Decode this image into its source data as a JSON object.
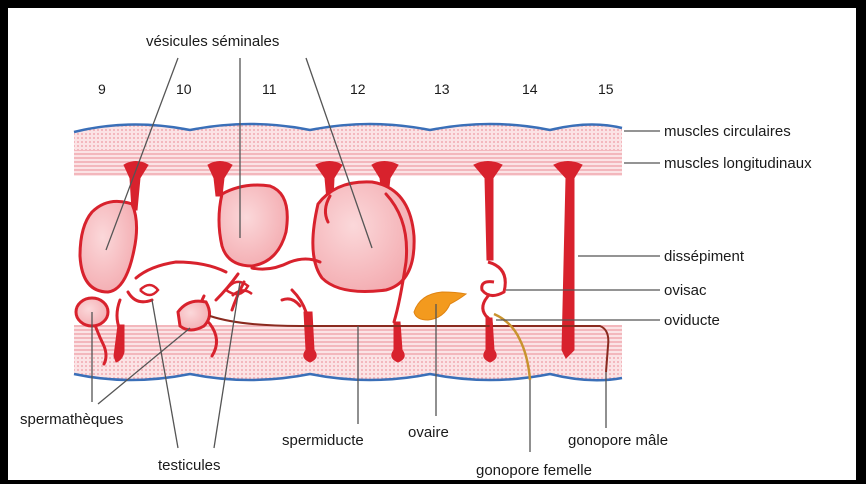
{
  "colors": {
    "muscle_fill": "#f7c9cc",
    "muscle_line": "#e88f97",
    "membrane": "#3a6fb8",
    "organ_fill": "#f8c2c6",
    "organ_edge": "#d8222d",
    "vessel": "#d8222d",
    "ovary": "#f39a1e",
    "female_duct": "#c9932e",
    "male_duct": "#8a2a1f",
    "leader": "#555555"
  },
  "segments": [
    "9",
    "10",
    "11",
    "12",
    "13",
    "14",
    "15"
  ],
  "labels": {
    "vesicules": "vésicules séminales",
    "muscles_circ": "muscles circulaires",
    "muscles_long": "muscles longitudinaux",
    "dissepiment": "dissépiment",
    "ovisac": "ovisac",
    "oviducte": "oviducte",
    "spermatheques": "spermathèques",
    "testicules": "testicules",
    "spermiducte": "spermiducte",
    "ovaire": "ovaire",
    "gonopore_male": "gonopore mâle",
    "gonopore_femelle": "gonopore femelle"
  }
}
